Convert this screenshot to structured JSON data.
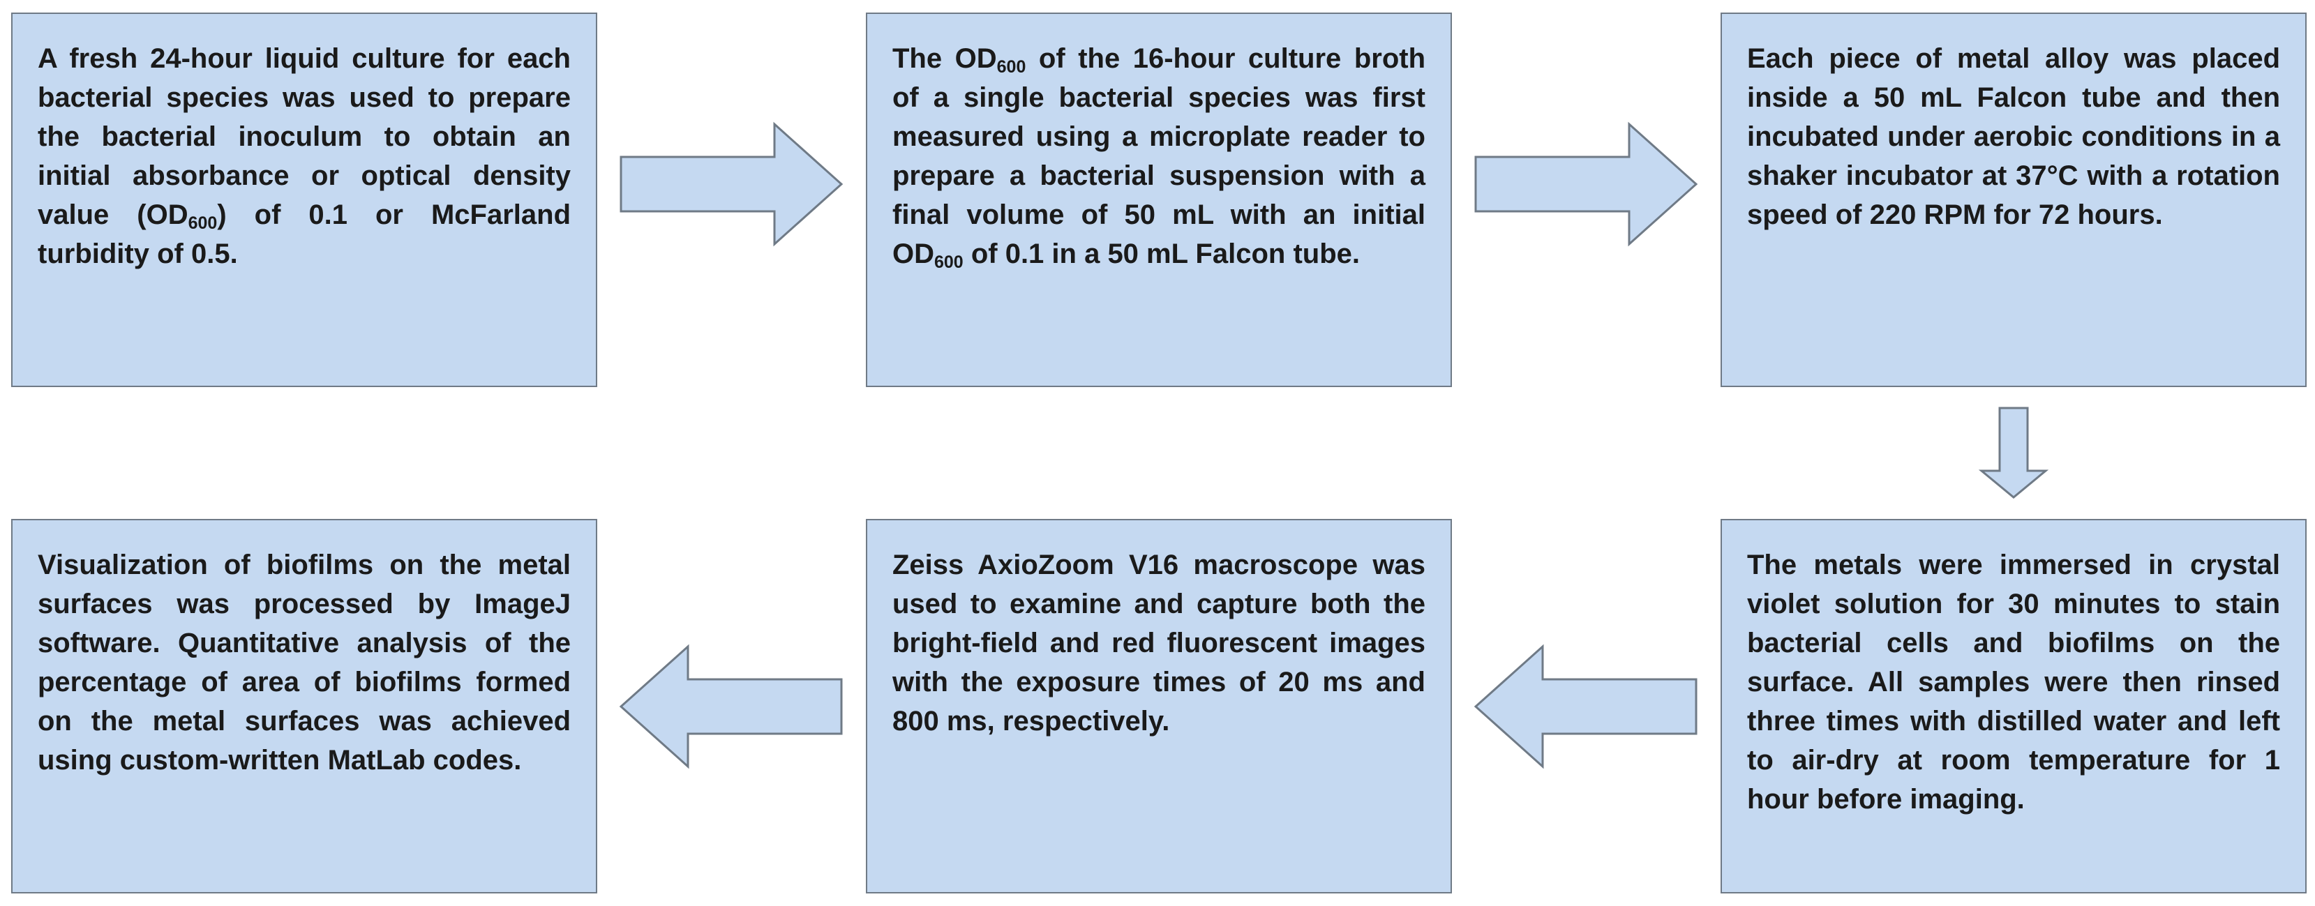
{
  "steps": [
    {
      "id": 1,
      "segments": [
        {
          "text": "A fresh 24-hour liquid culture for each bacterial species was used to prepare the bacterial inoculum to obtain an initial absorbance or optical density value (OD"
        },
        {
          "text": "600",
          "sub": true
        },
        {
          "text": ") of 0.1 or McFarland turbidity of 0.5."
        }
      ]
    },
    {
      "id": 2,
      "segments": [
        {
          "text": "The OD"
        },
        {
          "text": "600",
          "sub": true
        },
        {
          "text": " of the 16-hour culture broth of a single bacterial species was first measured using a microplate reader to prepare a bacterial suspension with a final volume of 50 mL with an initial OD"
        },
        {
          "text": "600",
          "sub": true
        },
        {
          "text": " of 0.1 in a 50 mL Falcon tube."
        }
      ]
    },
    {
      "id": 3,
      "segments": [
        {
          "text": "Each piece of metal alloy was placed inside a 50 mL Falcon tube and then incubated under aerobic conditions in a shaker incubator at 37°C with a rotation speed of 220 RPM for 72 hours."
        }
      ]
    },
    {
      "id": 4,
      "segments": [
        {
          "text": "The metals were immersed in crystal violet solution for 30 minutes to stain bacterial cells and biofilms on the surface. All samples were then rinsed three times with distilled water and left to air-dry at room temperature for 1 hour before imaging."
        }
      ]
    },
    {
      "id": 5,
      "segments": [
        {
          "text": "Zeiss AxioZoom V16 macroscope was used to examine and capture both the bright-field and red fluorescent images with the exposure times of 20 ms and 800 ms, respectively."
        }
      ]
    },
    {
      "id": 6,
      "segments": [
        {
          "text": "Visualization of biofilms on the metal surfaces was processed by ImageJ software. Quantitative analysis of the percentage of area of biofilms formed on the metal surfaces was achieved using custom-written MatLab codes."
        }
      ]
    }
  ],
  "arrows": [
    {
      "from": 1,
      "to": 2,
      "direction": "right"
    },
    {
      "from": 2,
      "to": 3,
      "direction": "right"
    },
    {
      "from": 3,
      "to": 4,
      "direction": "down"
    },
    {
      "from": 4,
      "to": 5,
      "direction": "left"
    },
    {
      "from": 5,
      "to": 6,
      "direction": "left"
    }
  ],
  "colors": {
    "box_fill": "#c5d9f1",
    "box_border": "#6f7a86",
    "arrow_fill": "#c5d9f1",
    "arrow_border": "#6f7a86",
    "text": "#1a1a1a"
  }
}
